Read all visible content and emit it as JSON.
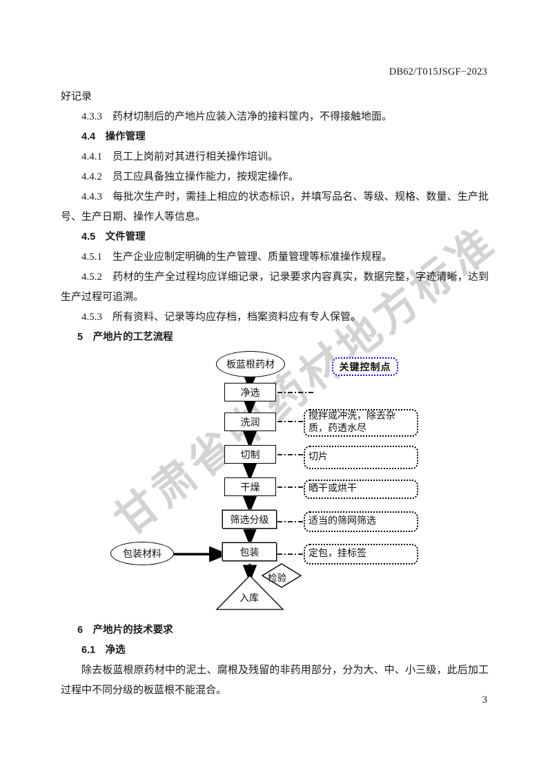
{
  "page": {
    "standard_number": "DB62/T015JSGF−2023",
    "page_number": "3",
    "watermark": "甘肃省中药材地方标准"
  },
  "body": {
    "carryover_line": "好记录",
    "p_433": "4.3.3　药材切制后的产地片应装入洁净的接料筐内，不得接触地面。",
    "h_44": "4.4　操作管理",
    "p_441": "4.4.1　员工上岗前对其进行相关操作培训。",
    "p_442": "4.4.2　员工应具备独立操作能力，按规定操作。",
    "p_443": "4.4.3　每批次生产时，需挂上相应的状态标识，并填写品名、等级、规格、数量、生产批号、生产日期、操作人等信息。",
    "h_45": "4.5　文件管理",
    "p_451": "4.5.1　生产企业应制定明确的生产管理、质量管理等标准操作规程。",
    "p_452": "4.5.2　药材的生产全过程均应详细记录，记录要求内容真实，数据完整，字迹清晰，达到生产过程可追溯。",
    "p_453": "4.5.3　所有资料、记录等均应存档，档案资料应有专人保管。",
    "h_5": "5　产地片的工艺流程",
    "h_6": "6　产地片的技术要求",
    "h_61": "6.1　净选",
    "p_61": "除去板蓝根原药材中的泥土、腐根及残留的非药用部分，分为大、中、小三级，此后加工过程中不同分级的板蓝根不能混合。"
  },
  "flowchart": {
    "key_control_label": "关键控制点",
    "key_control_color": "#0000ff",
    "start_node": "板蓝根药材",
    "material_node": "包装材料",
    "inspect_node": "检验",
    "end_node": "入库",
    "steps": [
      {
        "label": "净选",
        "note": ""
      },
      {
        "label": "洗润",
        "note": "搅拌或冲洗，除去杂质，药透水尽"
      },
      {
        "label": "切制",
        "note": "切片"
      },
      {
        "label": "干燥",
        "note": "晒干或烘干"
      },
      {
        "label": "筛选分级",
        "note": "适当的筛网筛选"
      },
      {
        "label": "包装",
        "note": "定包，挂标签"
      }
    ]
  }
}
